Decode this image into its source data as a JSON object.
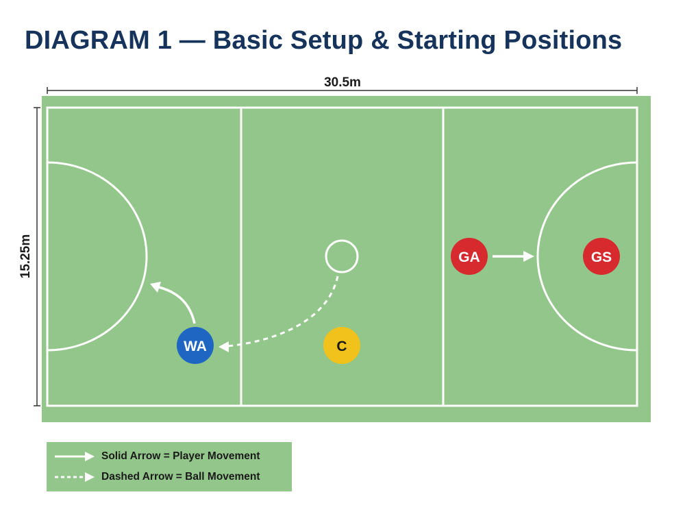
{
  "title": "DIAGRAM 1 — Basic Setup & Starting Positions",
  "dimensions": {
    "length": "30.5m",
    "width": "15.25m"
  },
  "colors": {
    "court": "#93c68a",
    "lines": "#ffffff",
    "title": "#16335c",
    "team_blue": "#1f66c2",
    "team_red": "#d62a2f",
    "centre_yellow": "#f1c21b"
  },
  "players": {
    "wa": {
      "label": "WA",
      "color": "#1f66c2"
    },
    "c": {
      "label": "C",
      "color": "#f1c21b"
    },
    "ga": {
      "label": "GA",
      "color": "#d62a2f"
    },
    "gs": {
      "label": "GS",
      "color": "#d62a2f"
    }
  },
  "legend": {
    "solid_label": "Solid Arrow = Player Movement",
    "dashed_label": "Dashed Arrow = Ball Movement"
  }
}
